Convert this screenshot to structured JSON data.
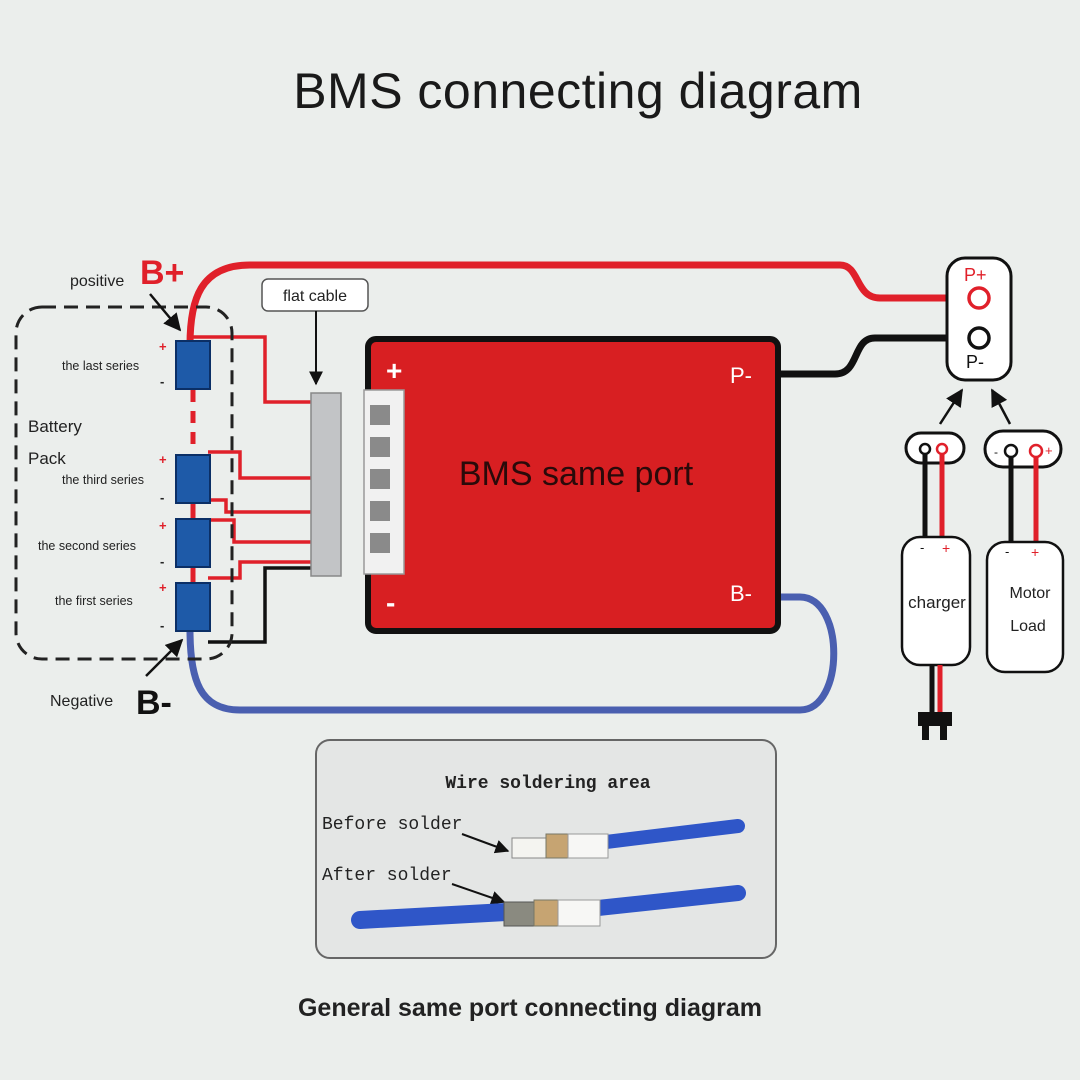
{
  "title": "BMS connecting diagram",
  "caption": "General same port connecting diagram",
  "battery": {
    "positive_label": "positive",
    "b_plus": "B+",
    "negative_label": "Negative",
    "b_minus": "B-",
    "pack_label_1": "Battery",
    "pack_label_2": "Pack",
    "series": [
      "the last series",
      "the third series",
      "the second series",
      "the first series"
    ],
    "plus_sign": "+",
    "minus_sign": "-"
  },
  "flat_cable_label": "flat cable",
  "bms": {
    "center_label": "BMS same port",
    "plus": "+",
    "minus": "-",
    "p_minus": "P-",
    "b_minus": "B-"
  },
  "output_port": {
    "p_plus": "P+",
    "p_minus": "P-"
  },
  "charger": {
    "label": "charger",
    "minus": "-",
    "plus": "+"
  },
  "motor": {
    "label_1": "Motor",
    "label_2": "Load",
    "minus": "-",
    "plus": "+"
  },
  "solder": {
    "title": "Wire soldering area",
    "before": "Before solder",
    "after": "After solder"
  },
  "colors": {
    "red_wire": "#e0202a",
    "black_wire": "#111111",
    "blue_wire": "#4a5fb0",
    "bms_board": "#d81f22",
    "cell": "#1e5aa8"
  }
}
